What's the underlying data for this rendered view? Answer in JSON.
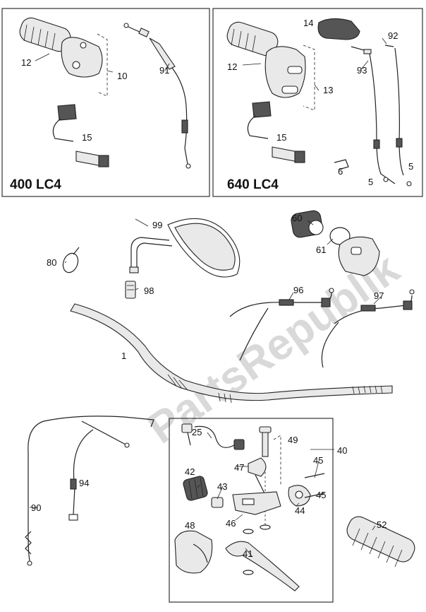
{
  "watermark": "PartsRepublik",
  "models": {
    "left": "400 LC4",
    "right": "640 LC4"
  },
  "callouts": {
    "c12a": "12",
    "c10": "10",
    "c91": "91",
    "c15a": "15",
    "c14": "14",
    "c92": "92",
    "c12b": "12",
    "c93": "93",
    "c13": "13",
    "c15b": "15",
    "c6": "6",
    "c5a": "5",
    "c5b": "5",
    "c99": "99",
    "c80": "80",
    "c98": "98",
    "c60": "60",
    "c61": "61",
    "c96": "96",
    "c97": "97",
    "c1": "1",
    "c25": "25",
    "c49": "49",
    "c40": "40",
    "c47": "47",
    "c45a": "45",
    "c45b": "45",
    "c42": "42",
    "c43": "43",
    "c46": "46",
    "c44": "44",
    "c48": "48",
    "c41": "41",
    "c94": "94",
    "c90": "90",
    "c52": "52"
  }
}
